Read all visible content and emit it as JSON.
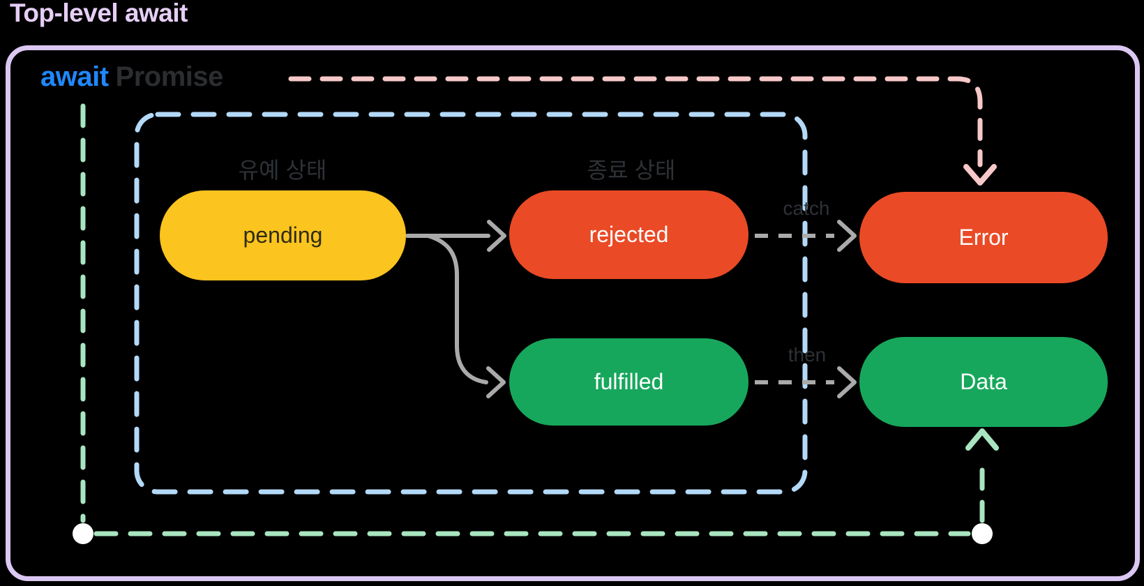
{
  "title": "Top-level await",
  "scope": {
    "keyword": "await",
    "object": "Promise"
  },
  "group_labels": {
    "pending_group": "유예 상태",
    "settled_group": "종료 상태"
  },
  "nodes": {
    "pending": {
      "label": "pending"
    },
    "rejected": {
      "label": "rejected"
    },
    "fulfilled": {
      "label": "fulfilled"
    },
    "error": {
      "label": "Error"
    },
    "data": {
      "label": "Data"
    }
  },
  "edge_labels": {
    "catch": "catch",
    "then": "then"
  },
  "colors": {
    "background": "#000000",
    "outer-border": "#DBC8F2",
    "title-text": "#E6CEF6",
    "await-keyword": "#1F88FC",
    "promise-text": "#2B2D31",
    "group-label": "#2E3136",
    "edge-label": "#2E3136",
    "blue-dash": "#B3D9F7",
    "pink-dash": "#F7C8C9",
    "green-dash": "#A9E5C0",
    "gray-arrow": "#AAAAAA",
    "node-yellow": "#FBC41E",
    "node-red": "#EA4A26",
    "node-green": "#17A75C",
    "node-dark-text": "#2F2C12",
    "node-light-text": "#FFFFFF",
    "circle-fill": "#FFFFFF"
  }
}
